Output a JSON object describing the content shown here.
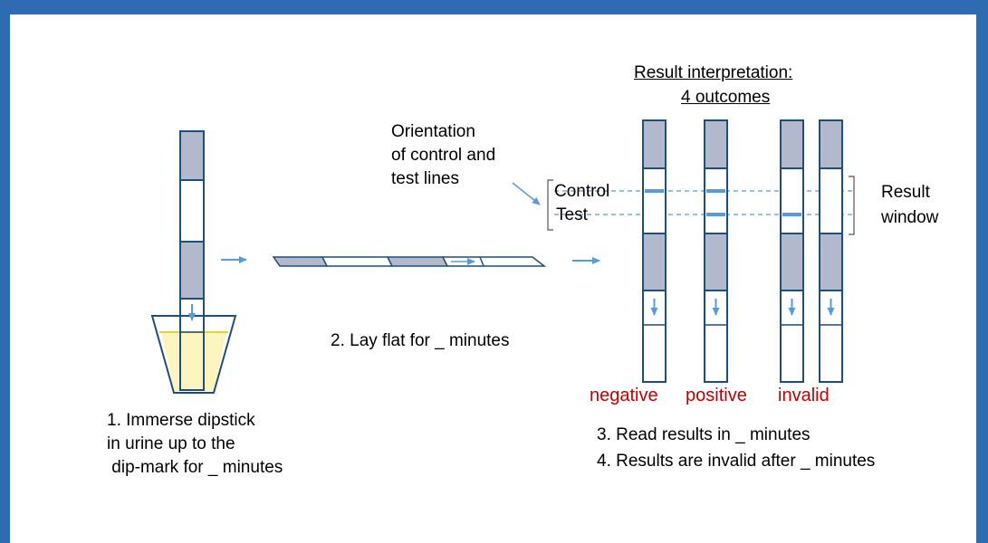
{
  "colors": {
    "frame": "#2e6bb0",
    "strip_fill": "#b3b9cc",
    "strip_outline": "#1f4e79",
    "arrow": "#5b9bd5",
    "band": "#5b9bd5",
    "urine": "#fdf5c0",
    "urine_line": "#e8d23a",
    "outcome_text": "#c00000"
  },
  "steps": {
    "immerse": [
      "1. Immerse dipstick",
      "in urine up to the",
      " dip-mark for _ minutes"
    ],
    "lay_flat": "2. Lay flat for _ minutes",
    "read": [
      "3. Read results in _ minutes",
      "4. Results are invalid after _ minutes"
    ]
  },
  "orientation_label": [
    "Orientation",
    "of control and",
    "test lines"
  ],
  "line_labels": {
    "control": "Control",
    "test": "Test"
  },
  "result_window_label": [
    "Result",
    "window"
  ],
  "result_title": [
    "Result interpretation:",
    "4 outcomes"
  ],
  "outcomes": [
    {
      "label": "negative",
      "control_line": true,
      "test_line": false
    },
    {
      "label": "positive",
      "control_line": true,
      "test_line": true
    },
    {
      "label": "invalid",
      "control_line": false,
      "test_line": true
    },
    {
      "label": "",
      "control_line": false,
      "test_line": false
    }
  ]
}
